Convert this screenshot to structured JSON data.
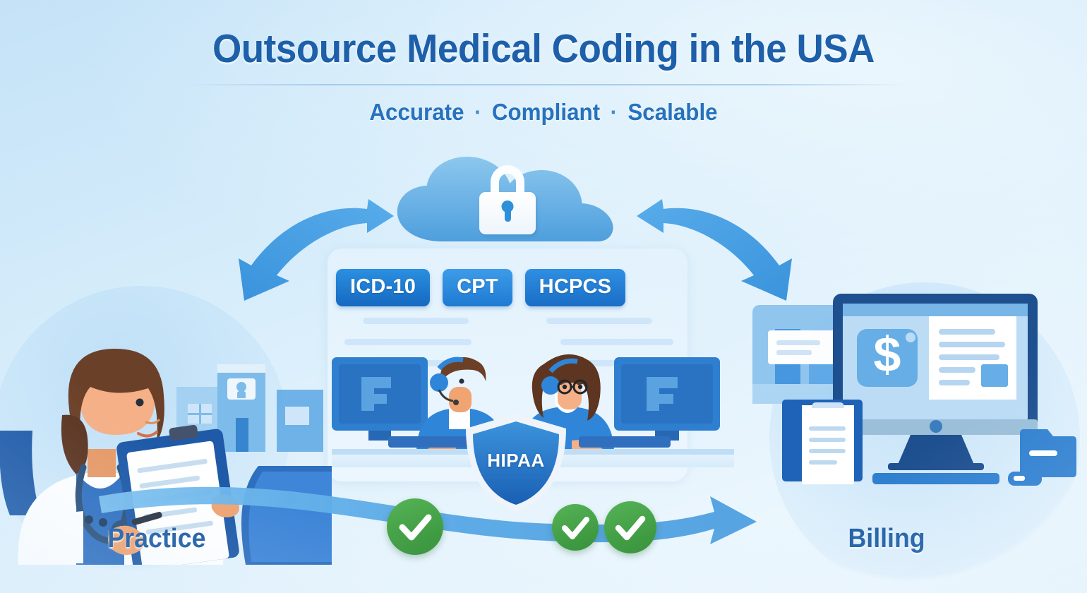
{
  "header": {
    "title": "Outsource Medical Coding in the USA",
    "subtitle_parts": [
      "Accurate",
      "Compliant",
      "Scalable"
    ],
    "subtitle_separator": "·",
    "title_color": "#1d5fa9",
    "subtitle_color": "#2672bd"
  },
  "cloud": {
    "icon": "cloud-with-lock",
    "lock_icon": "padlock-icon",
    "cloud_color": "#68b3e8",
    "lock_color": "#ffffff"
  },
  "arrows": {
    "left": {
      "icon": "curved-double-arrow-left",
      "color": "#3d95dd"
    },
    "right": {
      "icon": "curved-double-arrow-right",
      "color": "#3d95dd"
    }
  },
  "panel": {
    "badges": [
      {
        "label": "ICD-10"
      },
      {
        "label": "CPT"
      },
      {
        "label": "HCPCS"
      }
    ]
  },
  "shield": {
    "label": "HIPAA",
    "color": "#1f6fc4",
    "border_color": "#e9f1f8"
  },
  "checks": [
    {
      "icon": "check-circle-icon",
      "color": "#3f9d42"
    },
    {
      "icon": "check-circle-icon",
      "color": "#3f9d42"
    },
    {
      "icon": "check-circle-icon",
      "color": "#3f9d42"
    }
  ],
  "scenes": {
    "left": {
      "label": "Practice",
      "icon": "doctor-with-clipboard-illustration",
      "elements": [
        "female-doctor",
        "white-coat",
        "stethoscope",
        "clipboard",
        "laptop",
        "hospital-building"
      ]
    },
    "center": {
      "icon": "medical-coders-illustration",
      "elements": [
        "male-coder-headset",
        "female-coder-glasses-headset",
        "monitor-left",
        "monitor-right",
        "desk"
      ]
    },
    "right": {
      "label": "Billing",
      "icon": "billing-desktop-illustration",
      "elements": [
        "desktop-monitor",
        "dollar-sign",
        "invoice-document",
        "clipboard",
        "folder",
        "keyboard",
        "mouse"
      ]
    }
  },
  "colors": {
    "background_top": "#c3e2f7",
    "background_bottom": "#f1f9fe",
    "accent_blue": "#2f90da",
    "deep_blue": "#1d5da5",
    "green": "#3f9d42",
    "ribbon": "#5aa9e6"
  }
}
